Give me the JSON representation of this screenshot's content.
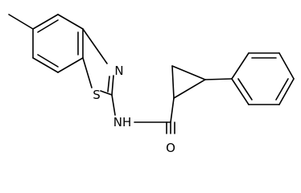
{
  "atoms": {
    "nitrogen_ring": "N",
    "sulfur": "S",
    "amide_nh": "NH",
    "oxygen": "O"
  }
}
